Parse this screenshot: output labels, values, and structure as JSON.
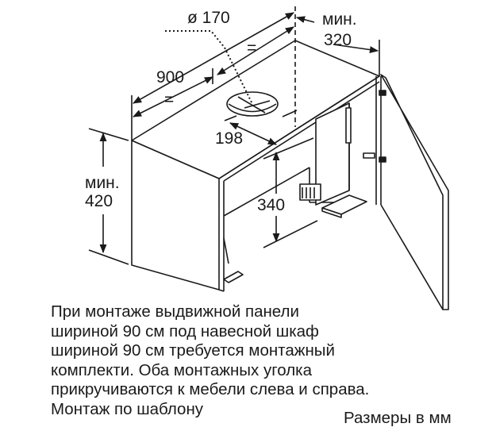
{
  "diagram": {
    "title": "Installation dimensions — telescopic hood under 90 cm wall cabinet",
    "dimensions": {
      "duct_diameter": "ø 170",
      "width": "900",
      "equal_mark": "=",
      "depth_min_label": "мин.",
      "depth_min_value": "320",
      "height_min_label": "мин.",
      "height_min_value": "420",
      "duct_offset": "198",
      "inner_height": "340"
    },
    "note_lines": [
      "При монтаже выдвижной панели",
      "шириной 90 см под навесной шкаф",
      "шириной 90 см требуется монтажный",
      "комплекти. Оба монтажных уголка",
      "прикручиваются к мебели слева и справа.",
      "Монтаж по шаблону"
    ],
    "units": "Размеры в мм",
    "colors": {
      "line": "#1a1a1a",
      "background": "#ffffff"
    }
  }
}
